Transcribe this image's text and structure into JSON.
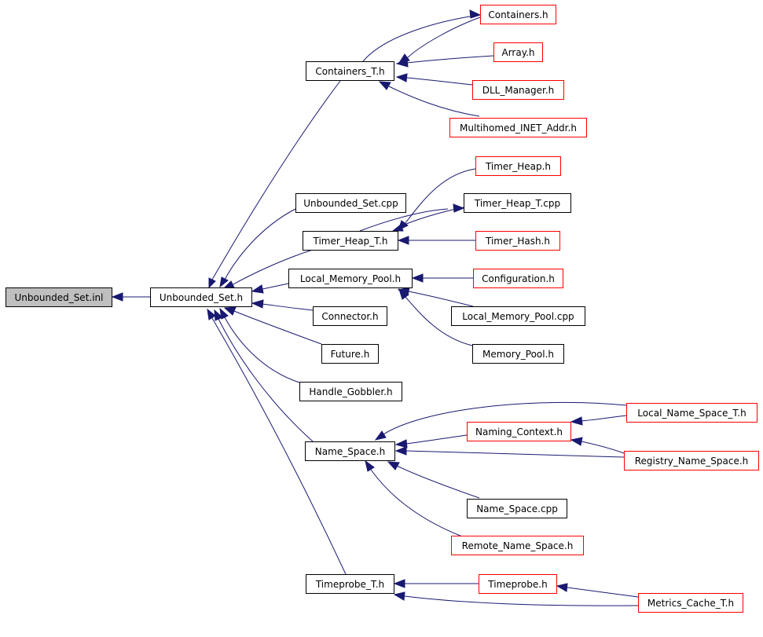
{
  "diagram": {
    "root": "Unbounded_Set.inl",
    "nodes": {
      "root": {
        "label": "Unbounded_Set.inl",
        "style": "root"
      },
      "uset_h": {
        "label": "Unbounded_Set.h",
        "style": "black"
      },
      "containers_t": {
        "label": "Containers_T.h",
        "style": "black"
      },
      "containers_h": {
        "label": "Containers.h",
        "style": "red"
      },
      "array_h": {
        "label": "Array.h",
        "style": "red"
      },
      "dll_manager": {
        "label": "DLL_Manager.h",
        "style": "red"
      },
      "multihomed": {
        "label": "Multihomed_INET_Addr.h",
        "style": "red"
      },
      "uset_cpp": {
        "label": "Unbounded_Set.cpp",
        "style": "black"
      },
      "timer_heap_t_h": {
        "label": "Timer_Heap_T.h",
        "style": "black"
      },
      "timer_heap_h": {
        "label": "Timer_Heap.h",
        "style": "red"
      },
      "timer_heap_t_cpp": {
        "label": "Timer_Heap_T.cpp",
        "style": "black"
      },
      "timer_hash": {
        "label": "Timer_Hash.h",
        "style": "red"
      },
      "local_mem_pool": {
        "label": "Local_Memory_Pool.h",
        "style": "black"
      },
      "configuration": {
        "label": "Configuration.h",
        "style": "red"
      },
      "local_mem_pool_cpp": {
        "label": "Local_Memory_Pool.cpp",
        "style": "black"
      },
      "memory_pool": {
        "label": "Memory_Pool.h",
        "style": "black"
      },
      "connector": {
        "label": "Connector.h",
        "style": "black"
      },
      "future": {
        "label": "Future.h",
        "style": "black"
      },
      "handle_gobbler": {
        "label": "Handle_Gobbler.h",
        "style": "black"
      },
      "name_space": {
        "label": "Name_Space.h",
        "style": "black"
      },
      "local_name_space_t": {
        "label": "Local_Name_Space_T.h",
        "style": "red"
      },
      "naming_context": {
        "label": "Naming_Context.h",
        "style": "red"
      },
      "registry_name_space": {
        "label": "Registry_Name_Space.h",
        "style": "red"
      },
      "name_space_cpp": {
        "label": "Name_Space.cpp",
        "style": "black"
      },
      "remote_name_space": {
        "label": "Remote_Name_Space.h",
        "style": "red"
      },
      "timeprobe_t": {
        "label": "Timeprobe_T.h",
        "style": "black"
      },
      "timeprobe_h": {
        "label": "Timeprobe.h",
        "style": "red"
      },
      "metrics_cache_t": {
        "label": "Metrics_Cache_T.h",
        "style": "red"
      }
    },
    "edges": [
      [
        "uset_h",
        "root"
      ],
      [
        "containers_t",
        "uset_h"
      ],
      [
        "uset_cpp",
        "uset_h"
      ],
      [
        "timer_heap_t_h",
        "uset_h"
      ],
      [
        "local_mem_pool",
        "uset_h"
      ],
      [
        "connector",
        "uset_h"
      ],
      [
        "future",
        "uset_h"
      ],
      [
        "handle_gobbler",
        "uset_h"
      ],
      [
        "name_space",
        "uset_h"
      ],
      [
        "timeprobe_t",
        "uset_h"
      ],
      [
        "containers_h",
        "containers_t"
      ],
      [
        "array_h",
        "containers_t"
      ],
      [
        "dll_manager",
        "containers_t"
      ],
      [
        "multihomed",
        "containers_t"
      ],
      [
        "timer_heap_h",
        "timer_heap_t_h"
      ],
      [
        "timer_heap_t_cpp",
        "timer_heap_t_h"
      ],
      [
        "timer_hash",
        "timer_heap_t_h"
      ],
      [
        "configuration",
        "local_mem_pool"
      ],
      [
        "local_mem_pool_cpp",
        "local_mem_pool"
      ],
      [
        "memory_pool",
        "local_mem_pool"
      ],
      [
        "local_name_space_t",
        "name_space"
      ],
      [
        "naming_context",
        "name_space"
      ],
      [
        "registry_name_space",
        "name_space"
      ],
      [
        "name_space_cpp",
        "name_space"
      ],
      [
        "remote_name_space",
        "name_space"
      ],
      [
        "local_name_space_t",
        "naming_context"
      ],
      [
        "registry_name_space",
        "naming_context"
      ],
      [
        "timeprobe_h",
        "timeprobe_t"
      ],
      [
        "metrics_cache_t",
        "timeprobe_t"
      ],
      [
        "metrics_cache_t",
        "timeprobe_h"
      ]
    ],
    "colors": {
      "edge": "#191970",
      "red_border": "#ff0000",
      "black_border": "#000000",
      "root_fill": "#bfbfbf"
    }
  }
}
